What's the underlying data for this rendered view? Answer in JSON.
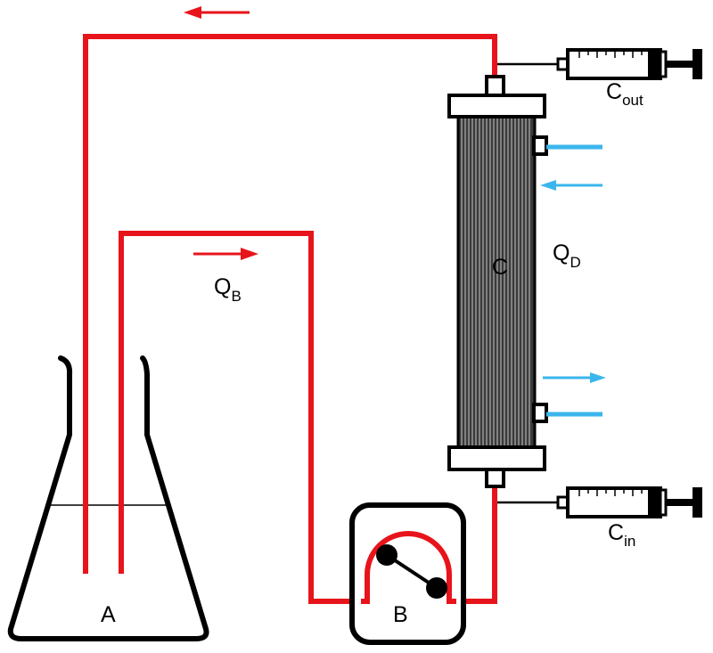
{
  "labels": {
    "flask": "A",
    "pump": "B",
    "dialyzer": "C",
    "blood_flow": {
      "main": "Q",
      "sub": "B"
    },
    "dialysate_flow": {
      "main": "Q",
      "sub": "D"
    },
    "outlet_sample": {
      "main": "C",
      "sub": "out"
    },
    "inlet_sample": {
      "main": "C",
      "sub": "in"
    }
  },
  "colors": {
    "blood_line": "#e8141b",
    "dialysate_arrow": "#3bb6ec",
    "outline": "#000000",
    "dialyzer_body": "#3a3a3a"
  }
}
